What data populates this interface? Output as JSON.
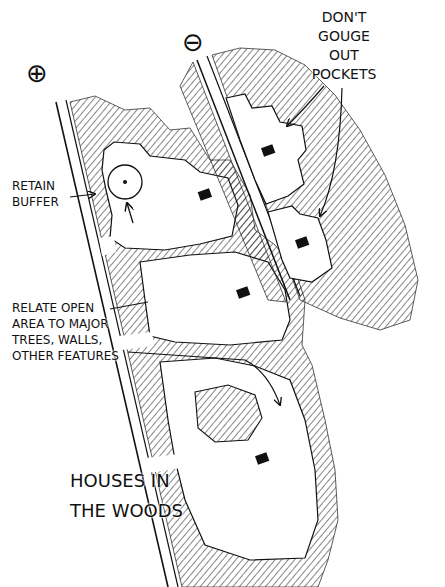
{
  "diagram": {
    "title": "HOUSES IN THE WOODS",
    "labels": [
      "DON'T GOUGE OUT POCKETS",
      "⊖",
      "⊕",
      "RETAIN BUFFER",
      "RELATE OPEN AREA TO MAJOR TREES, WALLS, OTHER FEATURES"
    ]
  }
}
